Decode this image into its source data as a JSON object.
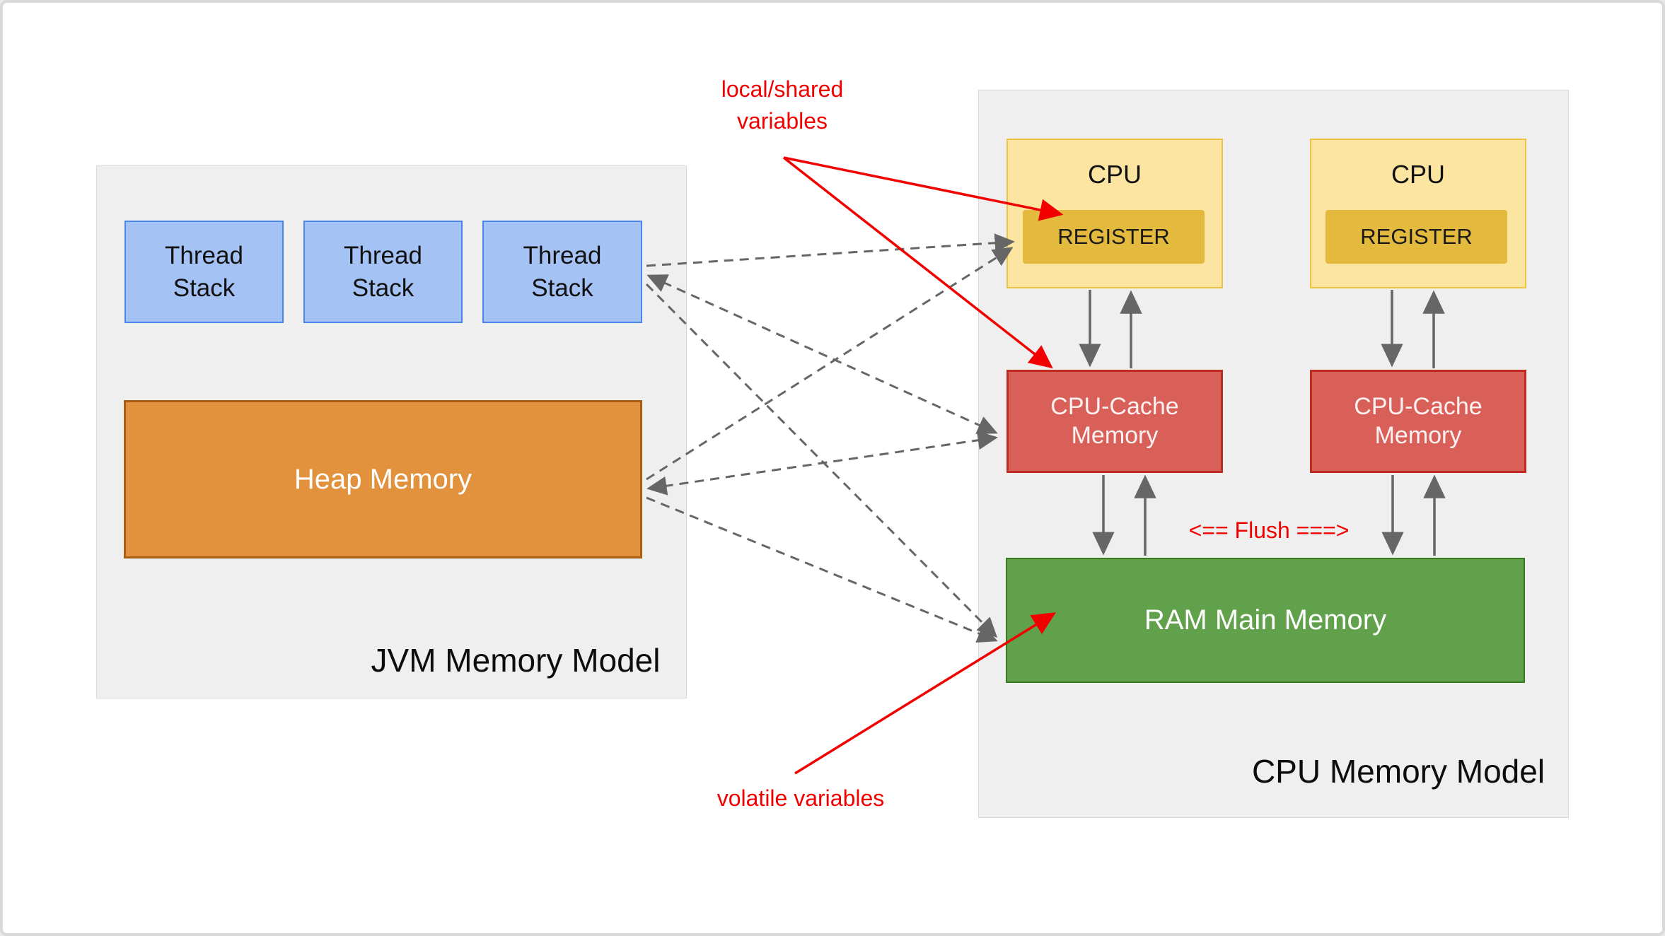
{
  "jvm_panel": {
    "title": "JVM Memory Model",
    "thread_stack": {
      "line1": "Thread",
      "line2": "Stack"
    },
    "heap_label": "Heap Memory"
  },
  "cpu_panel": {
    "title": "CPU Memory Model",
    "cpu_label": "CPU",
    "register_label": "REGISTER",
    "cache": {
      "line1": "CPU-Cache",
      "line2": "Memory"
    },
    "ram_label": "RAM Main Memory",
    "flush_label": "<== Flush ===>"
  },
  "annotations": {
    "local_shared": {
      "line1": "local/shared",
      "line2": "variables"
    },
    "volatile_label": "volatile variables"
  },
  "colors": {
    "panel-bg": "#efefef",
    "panel-border": "#d9d9d9",
    "blue-fill": "#a4c2f4",
    "blue-border": "#4a86e8",
    "orange-fill": "#e2913c",
    "orange-border": "#a85e14",
    "yellow-fill": "#fbe5a0",
    "yellow-border": "#eec33e",
    "gold-fill": "#e3ba3e",
    "red-fill": "#d96058",
    "red-border": "#bf2a21",
    "green-fill": "#62a14c",
    "green-border": "#3a7a22",
    "arrow-gray": "#666666",
    "annot-red": "#f20000"
  }
}
